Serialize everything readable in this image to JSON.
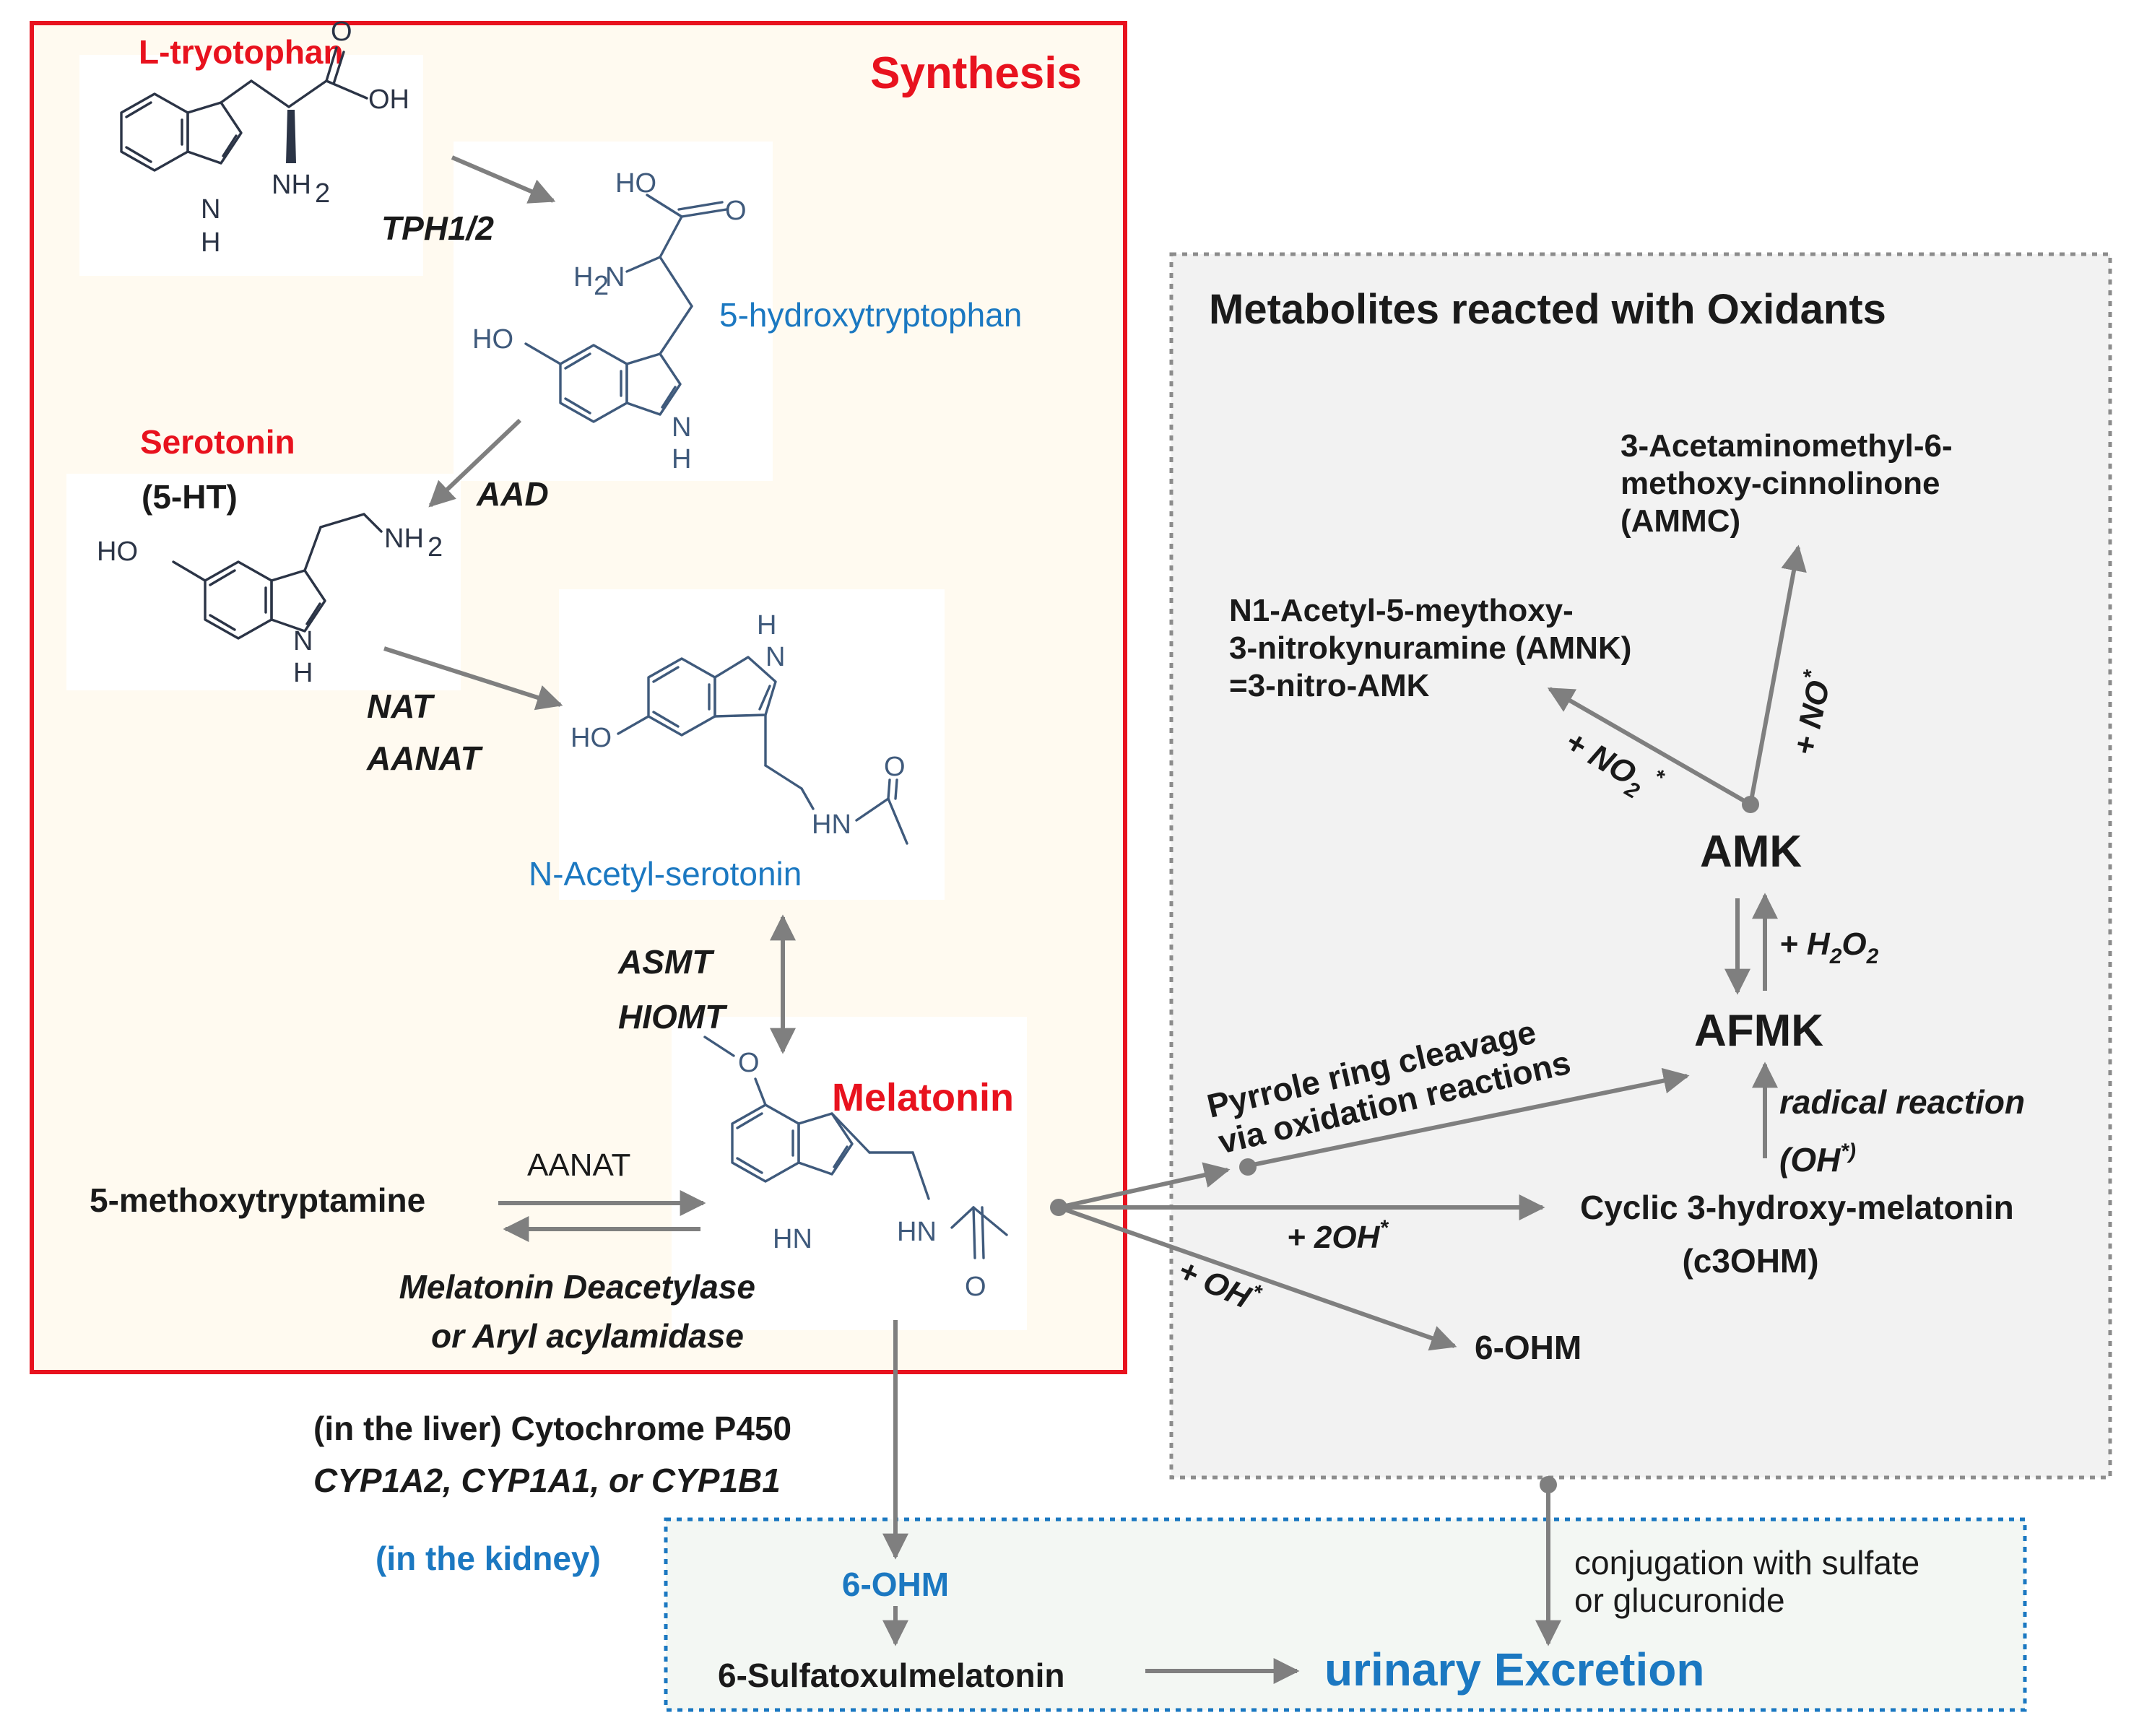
{
  "colors": {
    "red": "#e8121e",
    "blue": "#1b78c1",
    "black": "#1a1a1a",
    "arrow_grey": "#7f7f7f",
    "synthesis_bg": "#fffaf0",
    "oxidant_bg": "#f2f2f2",
    "excretion_bg": "#f3f7f3"
  },
  "synthesis": {
    "title": "Synthesis",
    "l_tryptophan": "L-tryotophan",
    "tph": "TPH1/2",
    "hydroxytryptophan": "5-hydroxytryptophan",
    "serotonin": "Serotonin",
    "serotonin_abbr": "(5-HT)",
    "aad": "AAD",
    "nat": "NAT",
    "aanat": "AANAT",
    "n_acetyl_serotonin": "N-Acetyl-serotonin",
    "asmt": "ASMT",
    "hiomt": "HIOMT",
    "melatonin": "Melatonin",
    "aanat_plain": "AANAT",
    "methoxytryptamine": "5-methoxytryptamine",
    "deacetylase_line1": "Melatonin Deacetylase",
    "deacetylase_line2": "or Aryl acylamidase"
  },
  "atoms": {
    "oh": "OH",
    "o": "O",
    "ho": "HO",
    "nh2": "NH",
    "sub2": "2",
    "h2n": "H",
    "n": "N",
    "h": "H",
    "hn": "HN"
  },
  "oxidants": {
    "title": "Metabolites reacted with Oxidants",
    "ammc_line1": "3-Acetaminomethyl-6-",
    "ammc_line2": "methoxy-cinnolinone",
    "ammc_line3": "(AMMC)",
    "amnk_line1": "N1-Acetyl-5-meythoxy-",
    "amnk_line2": "3-nitrokynuramine (AMNK)",
    "amnk_line3": "=3-nitro-AMK",
    "no2": "+ NO",
    "no2_sub": "2",
    "no2_sup": "*",
    "no": "+ NO",
    "no_sup": "*",
    "amk": "AMK",
    "h2o2": "+ H",
    "h2o2_sub1": "2",
    "h2o2_o": "O",
    "h2o2_sub2": "2",
    "afmk": "AFMK",
    "pyrrole_line1": "Pyrrole ring cleavage",
    "pyrrole_line2": "via oxidation reactions",
    "radical_line1": "radical reaction",
    "radical_line2": "(OH",
    "radical_sup": "*)",
    "two_oh": "+ 2OH",
    "two_oh_sup": "*",
    "c3ohm_line1": "Cyclic 3-hydroxy-melatonin",
    "c3ohm_line2": "(c3OHM)",
    "oh": "+ OH",
    "oh_sup": "*",
    "six_ohm": "6-OHM"
  },
  "liver": {
    "line1": "(in the liver) Cytochrome P450",
    "line2": "CYP1A2, CYP1A1, or CYP1B1"
  },
  "excretion": {
    "kidney": "(in the kidney)",
    "six_ohm": "6-OHM",
    "sulfato": "6-Sulfatoxulmelatonin",
    "urinary": "urinary Excretion",
    "conj_line1": "conjugation with sulfate",
    "conj_line2": "or glucuronide"
  }
}
